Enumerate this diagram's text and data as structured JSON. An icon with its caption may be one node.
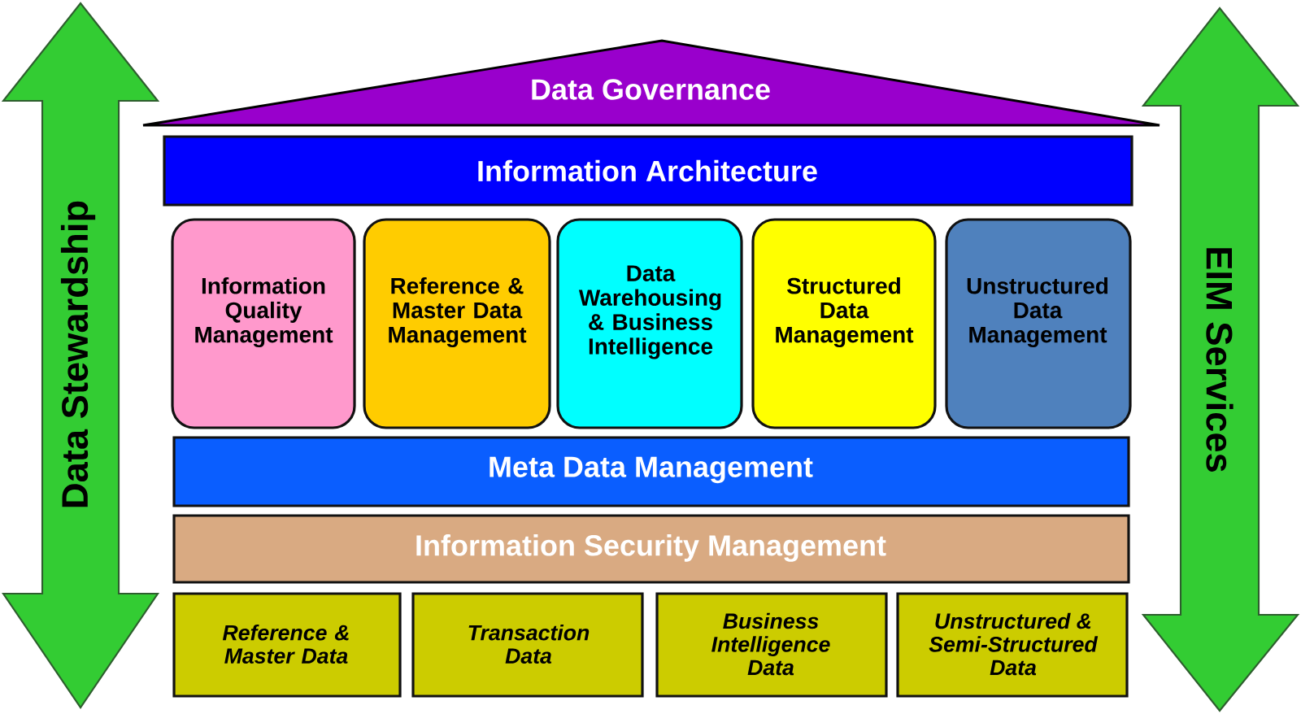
{
  "diagram": {
    "nodes": [
      {
        "text": [
          "Data Governance"
        ]
      },
      {
        "text": [
          "Information Architecture"
        ]
      },
      {
        "text": [
          "Information Quality Management"
        ]
      },
      {
        "text": [
          "Reference & Master Data Management"
        ]
      },
      {
        "text": [
          "Data Warehousing & Business Intelligence"
        ]
      },
      {
        "text": [
          "Structured Data Management"
        ]
      },
      {
        "text": [
          "Unstructured Data Management"
        ]
      },
      {
        "text": [
          "Meta Data Management"
        ]
      },
      {
        "text": [
          "Information Security Management"
        ]
      },
      {
        "text": [
          "Reference & Master Data"
        ]
      },
      {
        "text": [
          "Transaction Data"
        ]
      },
      {
        "text": [
          "Business Intelligence Data"
        ]
      },
      {
        "text": [
          "Unstructured & Semi-Structured Data"
        ]
      },
      {
        "text": [
          "Data Stewardship"
        ]
      },
      {
        "text": [
          "EIM Services"
        ]
      }
    ]
  }
}
